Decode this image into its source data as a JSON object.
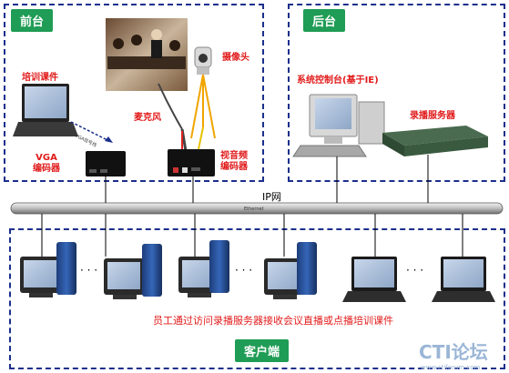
{
  "zones": {
    "front": {
      "label": "前台"
    },
    "back": {
      "label": "后台"
    },
    "client": {
      "label": "客户端"
    }
  },
  "devices": {
    "training_courseware": "培训课件",
    "vga_encoder": "VGA\n编码器",
    "microphone": "麦克风",
    "camera": "摄像头",
    "av_encoder": "视音频\n编码器",
    "system_console": "系统控制台(基于IE)",
    "recording_server": "录播服务器",
    "vga_signal_line": "VGA信号线"
  },
  "network": {
    "ip_label": "IP网",
    "backbone_label": "Ethernet"
  },
  "caption": "员工通过访问录播服务器接收会议直播或点播培训课件",
  "ellipsis": "· · ·",
  "watermark": {
    "logo": "CTI论坛",
    "url": "www.ctiforum.com"
  },
  "colors": {
    "zone_border": "#1b2f8c",
    "zone_label_bg": "#1f9c55",
    "label_red": "#e11b1b"
  }
}
